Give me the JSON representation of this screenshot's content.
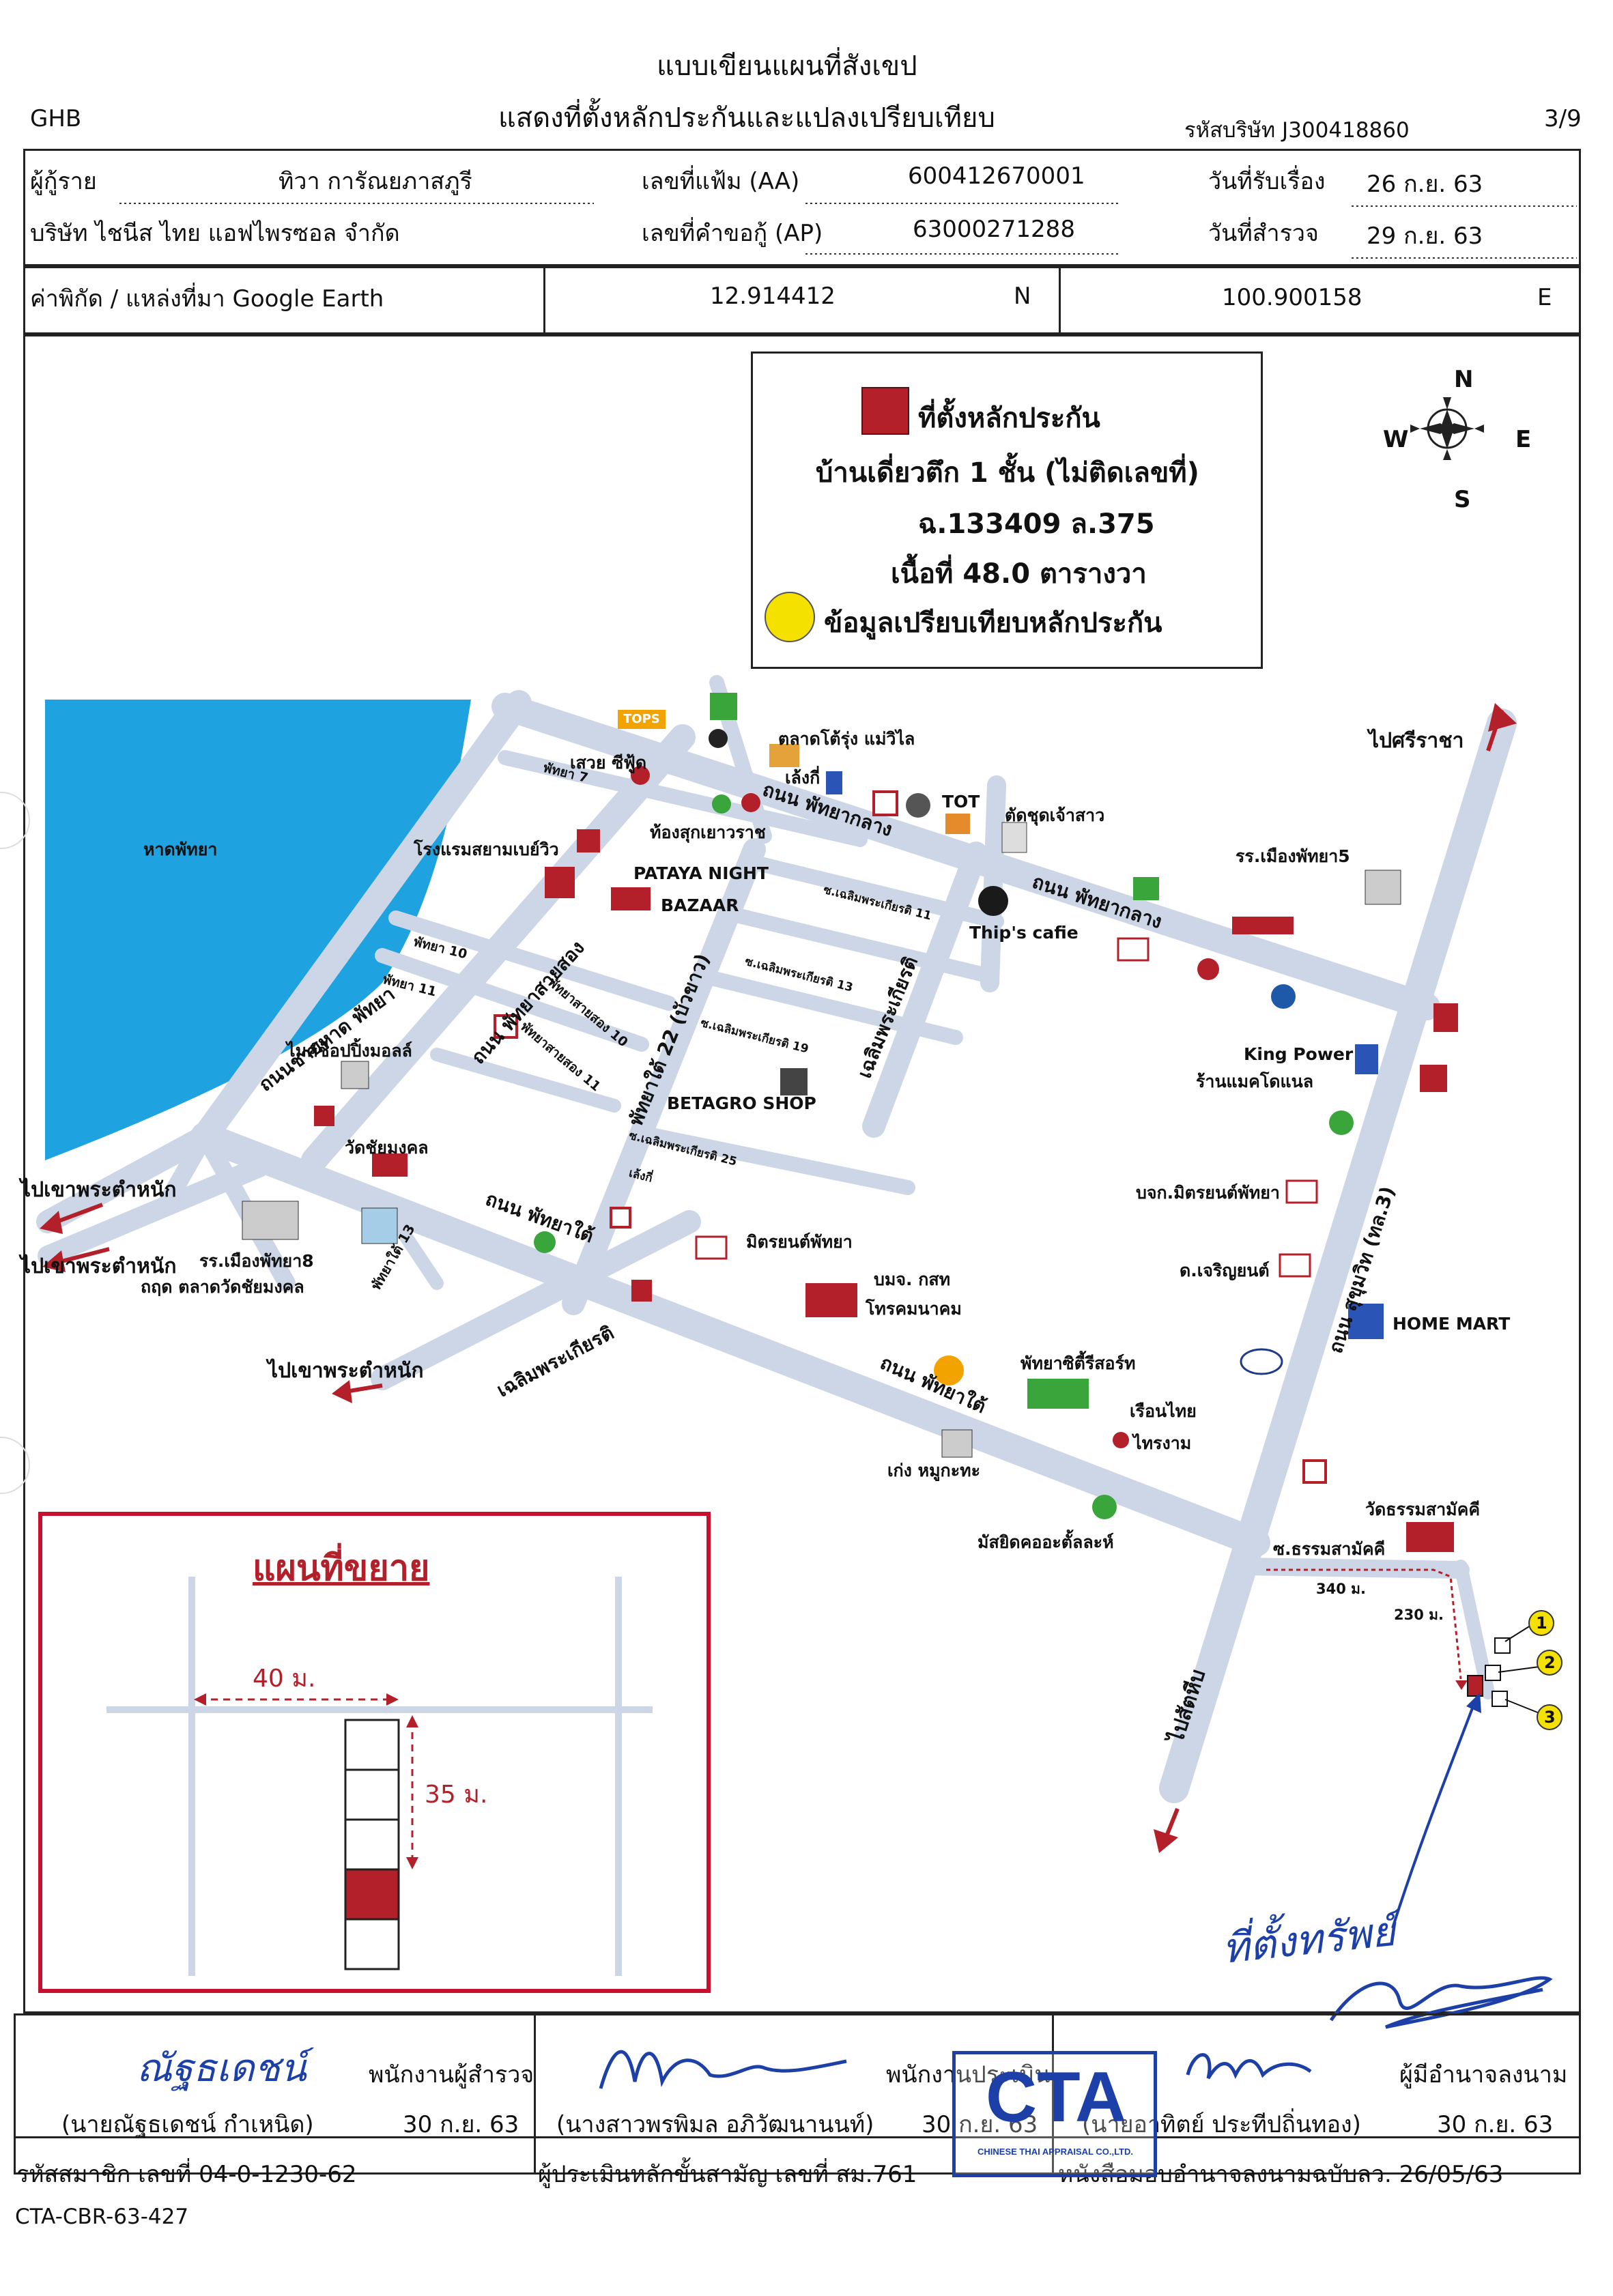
{
  "header": {
    "title_line1": "แบบเขียนแผนที่สังเขป",
    "title_line2": "แสดงที่ตั้งหลักประกันและแปลงเปรียบเทียบ",
    "bank": "GHB",
    "company_code": "รหัสบริษัท J300418860",
    "page": "3/9"
  },
  "info": {
    "borrower_label": "ผู้กู้ราย",
    "borrower_name": "ทิวา การัณยภาสภูรี",
    "file_label": "เลขที่แฟ้ม (AA)",
    "file_no": "600412670001",
    "received_label": "วันที่รับเรื่อง",
    "received_date": "26 ก.ย. 63",
    "company_name": "บริษัท ไชนีส ไทย แอฟไพรซอล จำกัด",
    "request_label": "เลขที่คำขอกู้ (AP)",
    "request_no": "63000271288",
    "survey_label": "วันที่สำรวจ",
    "survey_date": "29 ก.ย. 63",
    "coord_label": "ค่าพิกัด / แหล่งที่มา Google Earth",
    "lat": "12.914412",
    "lat_dir": "N",
    "lon": "100.900158",
    "lon_dir": "E"
  },
  "legend": {
    "collateral_title": "ที่ตั้งหลักประกัน",
    "building": "บ้านเดี่ยวตึก 1 ชั้น (ไม่ติดเลขที่)",
    "deed": "ฉ.133409  ล.375",
    "area": "เนื้อที่ 48.0 ตารางวา",
    "comparison": "ข้อมูลเปรียบเทียบหลักประกัน",
    "collateral_color": "#b3202a",
    "comparison_color": "#f5e100"
  },
  "compass": {
    "n": "N",
    "s": "S",
    "e": "E",
    "w": "W"
  },
  "map": {
    "water_color": "#1fa3e0",
    "road_color": "#cdd6e6",
    "beach_label": "หาดพัทยา",
    "road_labels": {
      "pattaya_klang_1": "ถนน พัทยากลาง",
      "pattaya_klang_2": "ถนน พัทยากลาง",
      "pattaya_tai": "ถนน พัทยาใต้",
      "pattaya_tai_2": "ถนน พัทยาใต้",
      "sukhumvit": "ถนน สุขุมวิท (ทล.3)",
      "beach_road": "ถนนชายหาด พัทยา",
      "second_road": "ถนน พัทยาสายสอง",
      "pattaya_tai_22": "พัทยาใต้ 22 (บัวขาว)",
      "chaloem_south": "เฉลิมพระเกียรติ",
      "chaloem_mid": "เฉลิมพระเกียรติ",
      "soi_11": "ซ.เฉลิมพระเกียรติ 11",
      "soi_13": "ซ.เฉลิมพระเกียรติ 13",
      "soi_19": "ซ.เฉลิมพระเกียรติ 19",
      "soi_25": "ซ.เฉลิมพระเกียรติ 25",
      "laeng_ki": "เล้งกี่",
      "pattaya_7": "พัทยา 7",
      "pattaya_10": "พัทยา 10",
      "pattaya_11": "พัทยา 11",
      "sai2_10": "พัทยาสายสอง 10",
      "sai2_11": "พัทยาสายสอง 11",
      "pattaya_tai_13": "พัทยาใต้ 13"
    },
    "directions": {
      "to_sriracha": "ไปศรีราชา",
      "to_phra_tamnak_1": "ไปเขาพระตำหนัก",
      "to_phra_tamnak_2": "ไปเขาพระตำหนัก",
      "to_phra_tamnak_3": "ไปเขาพระตำหนัก",
      "to_sattahip": "ไปสัตหีบ"
    },
    "places": {
      "talad": "ตลาดโต้รุ่ง แม่วิไล",
      "seaw": "เสวย ซีฟู้ด",
      "laengki": "เล้งกี่",
      "tot": "TOT",
      "dress": "ตัดชุดเจ้าสาว",
      "thongsuk": "ท้องสุกเยาวราช",
      "hotel": "โรงแรมสยามเบย์วิว",
      "night_bazaar_1": "PATAYA NIGHT",
      "night_bazaar_2": "BAZAAR",
      "thips": "Thip's cafie",
      "school5": "รร.เมืองพัทยา5",
      "kingpower": "King Power",
      "mcd": "ร้านแมคโดแนล",
      "mike": "ไมค์ช็อปปิ้งมอลล์",
      "betagro": "BETAGRO SHOP",
      "wat_chai": "วัดชัยมงคล",
      "mitsu_pattaya": "บจก.มิตรยนต์พัทยา",
      "mitsu_motor": "มิตรยนต์พัทยา",
      "school8": "รร.เมืองพัทยา8",
      "talad_wat": "ถฤด ตลาดวัดชัยมงคล",
      "cat": "บมจ. กสท",
      "cat2": "โทรคมนาคม",
      "charoen": "ด.เจริญยนต์",
      "homemart": "HOME MART",
      "city_store": "พัทยาซิตี้รีสอร์ท",
      "ruean_thai": "เรือนไทย",
      "thai_ngam": "ไทรงาม",
      "keng": "เก่ง หมูกะทะ",
      "mosque": "มัสยิดคออะตั้ลละห์",
      "wat_tham": "วัดธรรมสามัคคี",
      "soi_tham": "ซ.ธรรมสามัคคี",
      "dist_340": "340 ม.",
      "dist_230": "230 ม.",
      "tops": "TOPS"
    },
    "markers": [
      "1",
      "2",
      "3"
    ]
  },
  "inset": {
    "title": "แผนที่ขยาย",
    "width": "40 ม.",
    "depth": "35 ม."
  },
  "signature_note": "ที่ตั้งทรัพย์",
  "footer": {
    "surveyor_sig": "ณัฐธเดชน์",
    "surveyor_role": "พนักงานผู้สำรวจ",
    "surveyor_name": "(นายณัฐธเดชน์ กำเหนิด)",
    "surveyor_date": "30 ก.ย. 63",
    "checker_role": "พนักงานประเมิน",
    "checker_name": "(นางสาวพรพิมล อภิวัฒนานนท์)",
    "checker_date": "30 ก.ย. 63",
    "approver_role": "ผู้มีอำนาจลงนาม",
    "approver_name": "(นายอาทิตย์ ประทีปถิ่นทอง)",
    "approver_date": "30 ก.ย. 63",
    "member_code": "รหัสสมาชิก เลขที่ 04-0-1230-62",
    "appraiser_no": "ผู้ประเมินหลักขั้นสามัญ เลขที่ สม.761",
    "authority": "หนังสือมอบอำนาจลงนามฉบับลว. 26/05/63",
    "stamp": "CTA",
    "stamp_sub": "CHINESE THAI APPRAISAL CO.,LTD.",
    "doc_code": "CTA-CBR-63-427"
  }
}
